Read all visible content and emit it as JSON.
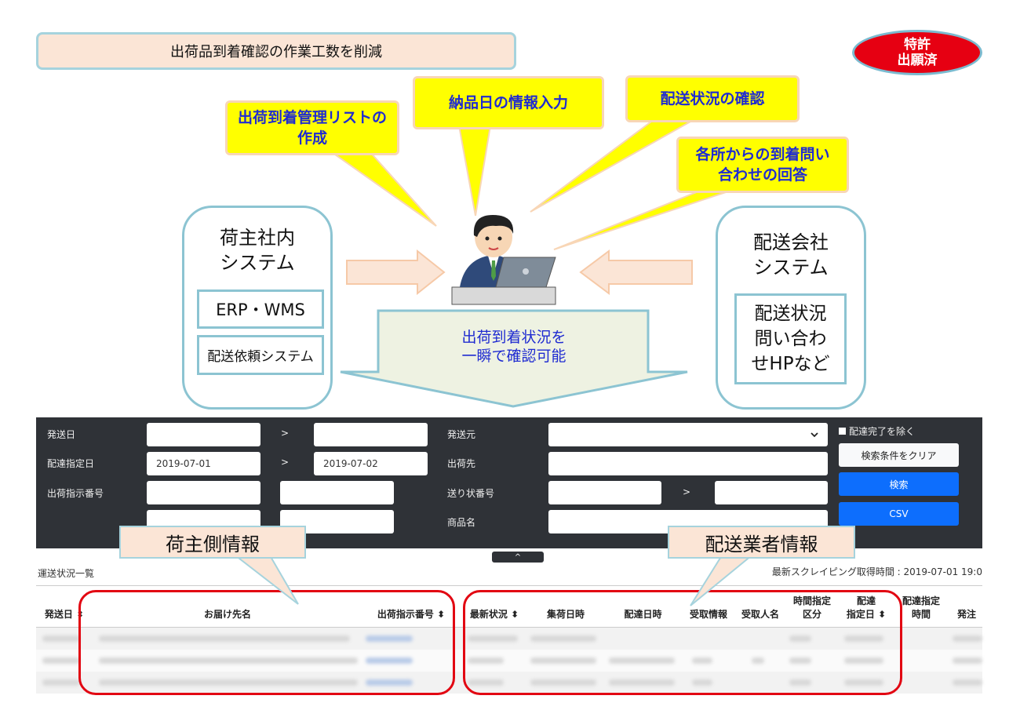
{
  "banner": {
    "text": "出荷品到着確認の作業工数を削減"
  },
  "patent": {
    "line1": "特許",
    "line2": "出願済"
  },
  "bubbles": {
    "list_create": "出荷到着管理リストの作成",
    "delivery_date_input": "納品日の情報入力",
    "delivery_status_check": "配送状況の確認",
    "inquiry_answer": "各所からの到着問い合わせの回答"
  },
  "shipper_system": {
    "title_line1": "荷主社内",
    "title_line2": "システム",
    "erp": "ERP・WMS",
    "dispatch": "配送依頼システム"
  },
  "carrier_system": {
    "title_line1": "配送会社",
    "title_line2": "システム",
    "hp_line1": "配送状況",
    "hp_line2": "問い合わ",
    "hp_line3": "せHPなど"
  },
  "center_arrow": {
    "line1": "出荷到着状況を",
    "line2": "一瞬で確認可能"
  },
  "search_panel": {
    "ship_date_label": "発送日",
    "delivery_date_label": "配達指定日",
    "shipping_order_label": "出荷指示番号",
    "range_sep": ">",
    "delivery_date_from": "2019-07-01",
    "delivery_date_to": "2019-07-02",
    "ship_from_label": "発送元",
    "ship_to_label": "出荷先",
    "tracking_label": "送り状番号",
    "product_label": "商品名",
    "exclude_done_label": "配達完了を除く",
    "clear_button": "検索条件をクリア",
    "search_button": "検索",
    "csv_button": "CSV",
    "collapse_glyph": "^"
  },
  "callouts": {
    "shipper_info": "荷主側情報",
    "carrier_info": "配送業者情報"
  },
  "list": {
    "title": "運送状況一覧",
    "scrape_time": "最新スクレイピング取得時間 : 2019-07-01 19:0",
    "columns": {
      "ship_date": "発送日",
      "destination": "お届け先名",
      "shipping_order_no": "出荷指示番号",
      "latest_status": "最新状況",
      "pickup_datetime": "集荷日時",
      "delivery_datetime": "配達日時",
      "receipt_info": "受取情報",
      "receiver_name": "受取人名",
      "time_slot_l1": "時間指定",
      "time_slot_l2": "区分",
      "designated_date_l1": "配達",
      "designated_date_l2": "指定日",
      "designated_time_l1": "配達指定",
      "designated_time_l2": "時間",
      "order": "発注"
    },
    "sort_glyph": "⬍"
  },
  "colors": {
    "bubble_yellow": "#ffff00",
    "bubble_text": "#1f2bd1",
    "frame_red": "#e20612",
    "panel_dark": "#2f3237",
    "button_blue": "#0d6efd"
  },
  "icons": [
    "person-at-laptop-icon",
    "right-arrow-icon",
    "left-arrow-icon",
    "down-arrow-icon",
    "chevron-down-icon",
    "checkbox-icon",
    "sort-icon"
  ]
}
